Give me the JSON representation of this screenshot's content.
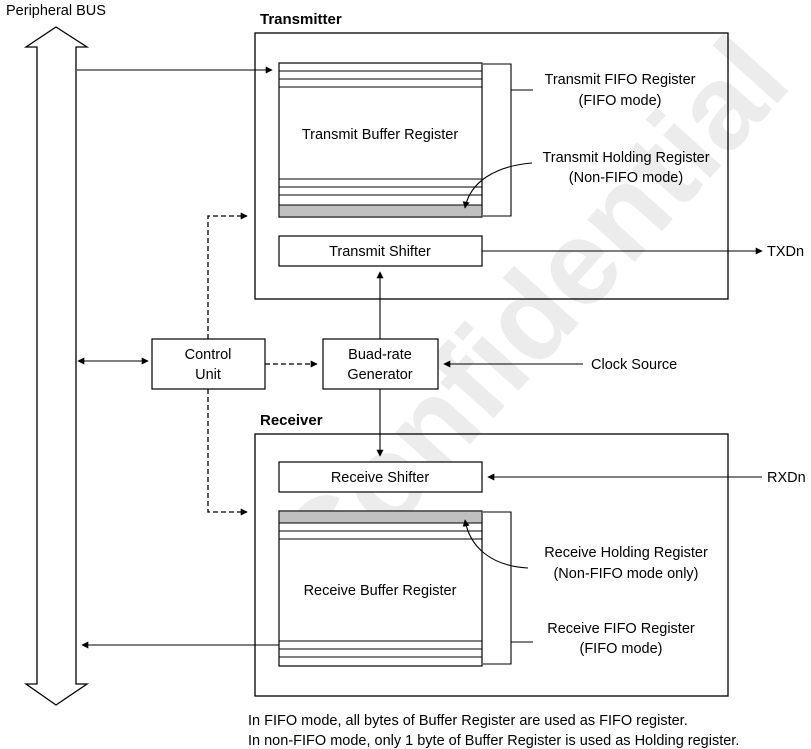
{
  "bus_label": "Peripheral BUS",
  "transmitter": {
    "title": "Transmitter",
    "buffer_label": "Transmit Buffer Register",
    "fifo_note_line1": "Transmit FIFO Register",
    "fifo_note_line2": "(FIFO mode)",
    "holding_note_line1": "Transmit Holding Register",
    "holding_note_line2": "(Non-FIFO mode)",
    "shifter_label": "Transmit Shifter",
    "output_label": "TXDn"
  },
  "control_unit": {
    "line1": "Control",
    "line2": "Unit"
  },
  "baud_generator": {
    "line1": "Buad-rate",
    "line2": "Generator"
  },
  "clock_source_label": "Clock Source",
  "receiver": {
    "title": "Receiver",
    "shifter_label": "Receive Shifter",
    "input_label": "RXDn",
    "buffer_label": "Receive Buffer Register",
    "holding_note_line1": "Receive Holding Register",
    "holding_note_line2": "(Non-FIFO mode only)",
    "fifo_note_line1": "Receive FIFO Register",
    "fifo_note_line2": "(FIFO mode)"
  },
  "footnote_line1": "In FIFO mode, all bytes of Buffer Register are used as FIFO register.",
  "footnote_line2": "In non-FIFO mode, only 1 byte of Buffer Register is used as Holding register.",
  "watermark": "Confidential"
}
